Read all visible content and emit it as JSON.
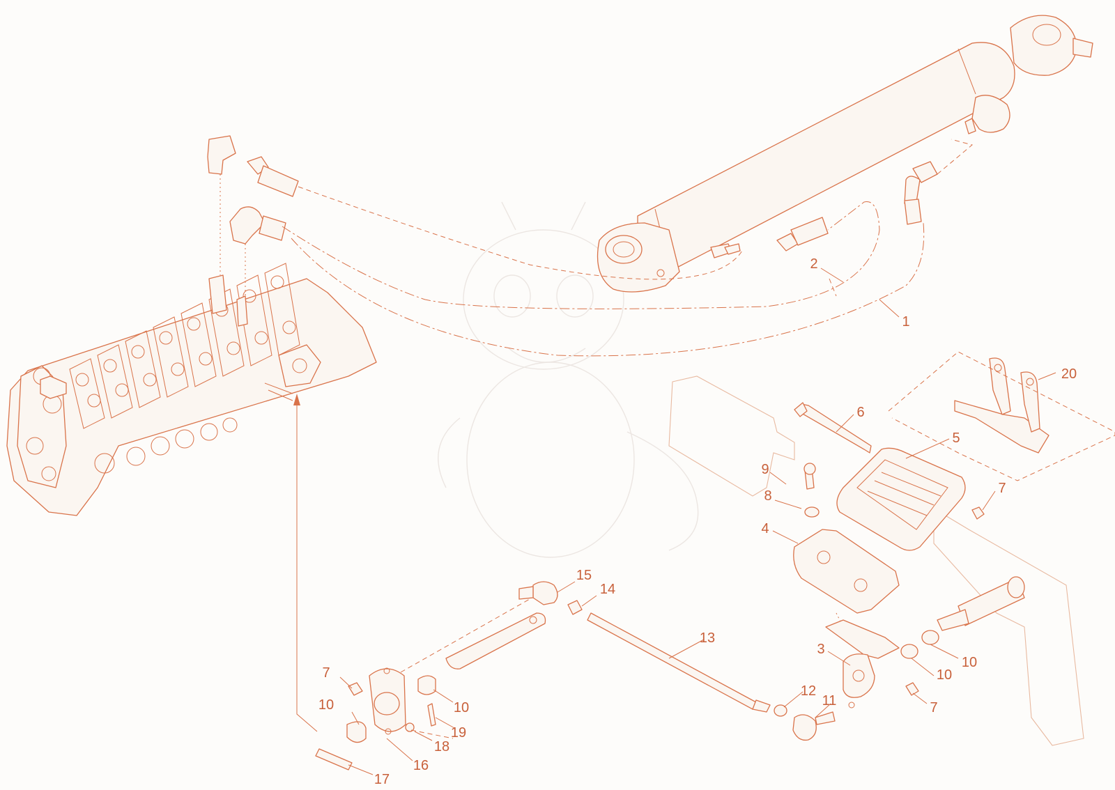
{
  "diagram": {
    "accent_color": "#d9734a",
    "callouts": [
      {
        "id": "1",
        "label": "1"
      },
      {
        "id": "2",
        "label": "2"
      },
      {
        "id": "3",
        "label": "3"
      },
      {
        "id": "4",
        "label": "4"
      },
      {
        "id": "5",
        "label": "5"
      },
      {
        "id": "6",
        "label": "6"
      },
      {
        "id": "7a",
        "label": "7"
      },
      {
        "id": "7b",
        "label": "7"
      },
      {
        "id": "7c",
        "label": "7"
      },
      {
        "id": "8",
        "label": "8"
      },
      {
        "id": "9",
        "label": "9"
      },
      {
        "id": "10a",
        "label": "10"
      },
      {
        "id": "10b",
        "label": "10"
      },
      {
        "id": "10c",
        "label": "10"
      },
      {
        "id": "10d",
        "label": "10"
      },
      {
        "id": "11",
        "label": "11"
      },
      {
        "id": "12",
        "label": "12"
      },
      {
        "id": "13",
        "label": "13"
      },
      {
        "id": "14",
        "label": "14"
      },
      {
        "id": "15",
        "label": "15"
      },
      {
        "id": "16",
        "label": "16"
      },
      {
        "id": "17",
        "label": "17"
      },
      {
        "id": "18",
        "label": "18"
      },
      {
        "id": "19",
        "label": "19"
      },
      {
        "id": "20",
        "label": "20"
      }
    ]
  }
}
